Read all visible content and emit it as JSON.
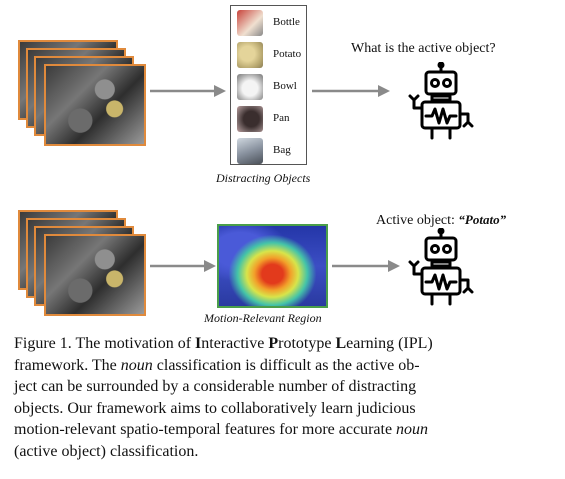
{
  "objects": [
    {
      "label": "Bottle",
      "color": "#c8423a"
    },
    {
      "label": "Potato",
      "color": "#d9c98a"
    },
    {
      "label": "Bowl",
      "color": "#d8d8d8"
    },
    {
      "label": "Pan",
      "color": "#5a4a4a"
    },
    {
      "label": "Bag",
      "color": "#8a93a0"
    }
  ],
  "distracting_caption": "Distracting Objects",
  "question": "What is the active object?",
  "active_prefix": "Active object:",
  "active_value": "“Potato”",
  "motion_caption": "Motion-Relevant Region",
  "caption": {
    "line1_a": "Figure 1.  The motivation of ",
    "line1_I": "I",
    "line1_b": "nteractive ",
    "line1_P": "P",
    "line1_c": "rototype ",
    "line1_L": "L",
    "line1_d": "earning (IPL)",
    "line2_a": "framework.  The ",
    "line2_noun": "noun",
    "line2_b": " classification is difficult as the active ob-",
    "line3": "ject can be surrounded by a considerable number of distracting",
    "line4": "objects.  Our framework aims to collaboratively learn judicious",
    "line5_a": "motion-relevant spatio-temporal features for more accurate ",
    "line5_noun": "noun",
    "line6": "(active object) classification."
  },
  "colors": {
    "frame_border": "#e08a3c",
    "heatmap_border": "#4a9e4a",
    "arrow": "#8a8a8a"
  }
}
